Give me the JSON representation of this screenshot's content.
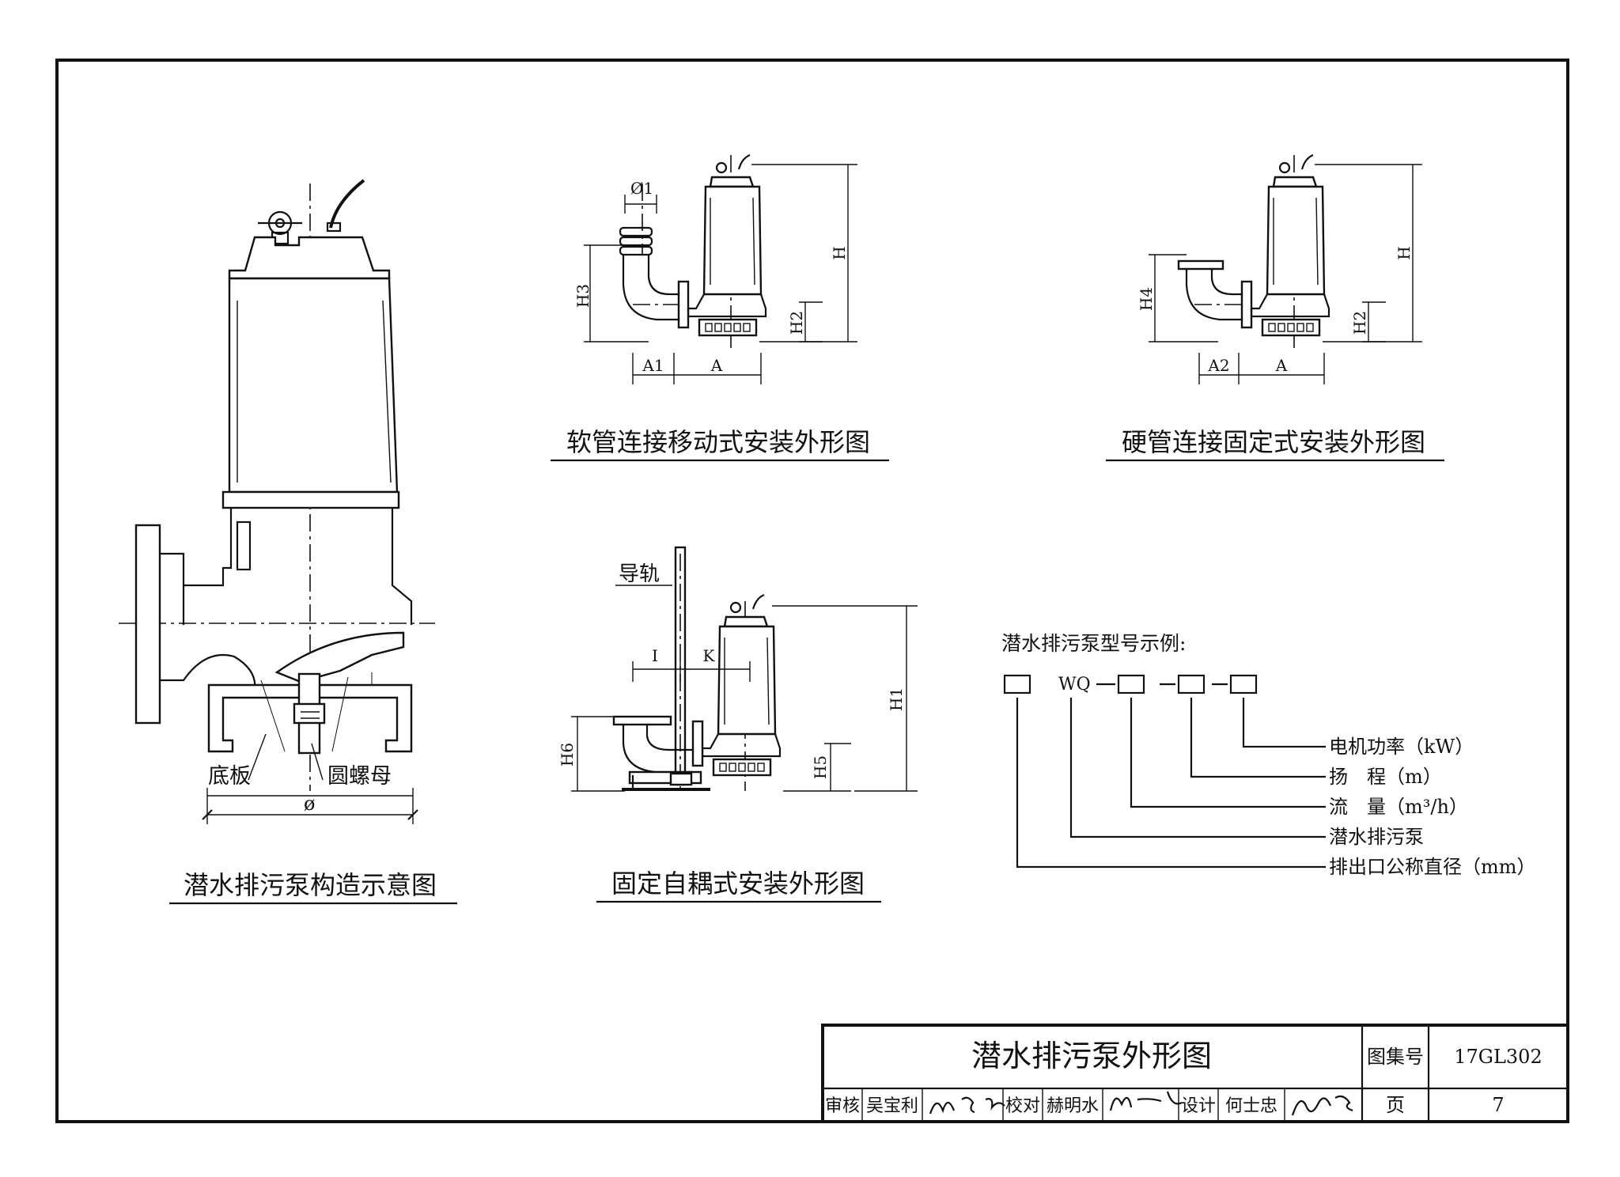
{
  "captions": {
    "structure": "潜水排污泵构造示意图",
    "hose_mobile": "软管连接移动式安装外形图",
    "hard_fixed": "硬管连接固定式安装外形图",
    "auto_coupling": "固定自耦式安装外形图"
  },
  "structure_labels": {
    "base_plate": "底板",
    "round_nut": "圆螺母",
    "diameter": "ø"
  },
  "dims": {
    "phi1": "Ø1",
    "H": "H",
    "H1": "H1",
    "H2": "H2",
    "H3": "H3",
    "H4": "H4",
    "H5": "H5",
    "H6": "H6",
    "A": "A",
    "A1": "A1",
    "A2": "A2",
    "I": "I",
    "K": "K",
    "guide_rail": "导轨"
  },
  "model": {
    "heading": "潜水排污泵型号示例:",
    "wq": "WQ",
    "legend": [
      "电机功率（kW）",
      "扬　程（m）",
      "流　量（m³/h）",
      "潜水排污泵",
      "排出口公称直径（mm）"
    ]
  },
  "title_block": {
    "title": "潜水排污泵外形图",
    "atlas_label": "图集号",
    "atlas_no": "17GL302",
    "page_label": "页",
    "page_no": "7",
    "review_label": "审核",
    "reviewer": "吴宝利",
    "check_label": "校对",
    "checker": "赫明水",
    "design_label": "设计",
    "designer": "何士忠"
  }
}
